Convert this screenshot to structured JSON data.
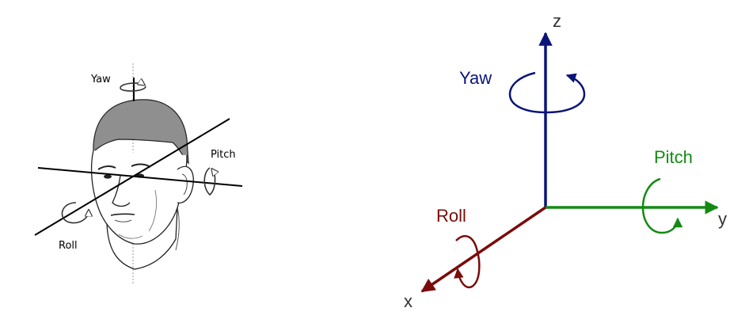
{
  "head_panel": {
    "labels": {
      "yaw": "Yaw",
      "pitch": "Pitch",
      "roll": "Roll"
    },
    "icons": {
      "head": "human-head-icon",
      "rotation": "rotation-arrow-icon"
    }
  },
  "axes_panel": {
    "axes": {
      "x": "x",
      "y": "y",
      "z": "z"
    },
    "rotations": {
      "yaw": "Yaw",
      "pitch": "Pitch",
      "roll": "Roll"
    },
    "colors": {
      "z_axis": "#0a1478",
      "y_axis": "#138a13",
      "x_axis": "#7a0c0c",
      "yaw": "#0a1478",
      "pitch": "#138a13",
      "roll": "#7a0c0c"
    }
  }
}
